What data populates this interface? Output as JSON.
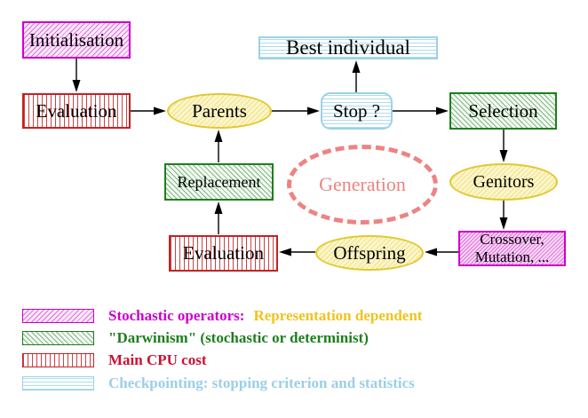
{
  "diagram": {
    "title": "evolutionary-algorithm-cycle",
    "nodes": {
      "initialisation": {
        "label": "Initialisation"
      },
      "evaluation_top": {
        "label": "Evaluation"
      },
      "parents": {
        "label": "Parents"
      },
      "stop": {
        "label": "Stop ?"
      },
      "best_individual": {
        "label": "Best individual"
      },
      "selection": {
        "label": "Selection"
      },
      "genitors": {
        "label": "Genitors"
      },
      "crossover_mutation": {
        "line1": "Crossover,",
        "line2": "Mutation, ..."
      },
      "offspring": {
        "label": "Offspring"
      },
      "evaluation_bottom": {
        "label": "Evaluation"
      },
      "replacement": {
        "label": "Replacement"
      },
      "generation": {
        "label": "Generation"
      }
    },
    "colors": {
      "magenta": "#cc00cc",
      "red": "#c32222",
      "green": "#1e7e1e",
      "cyan_border": "#9cd2e4",
      "yellow_border": "#e2c82e",
      "salmon": "#ee8383",
      "legend_yellow_text": "#eec41e",
      "legend_red_text": "#cc1133",
      "legend_cyan_text": "#9ccfe6"
    }
  },
  "legend": {
    "items": [
      {
        "pattern": "magenta-hatch",
        "label": "Stochastic operators:",
        "label2": "Representation dependent"
      },
      {
        "pattern": "green-hatch",
        "label": "\"Darwinism\" (stochastic or determinist)"
      },
      {
        "pattern": "red-stripes",
        "label": "Main CPU cost"
      },
      {
        "pattern": "cyan-stripes",
        "label": "Checkpointing: stopping criterion and statistics"
      }
    ]
  }
}
